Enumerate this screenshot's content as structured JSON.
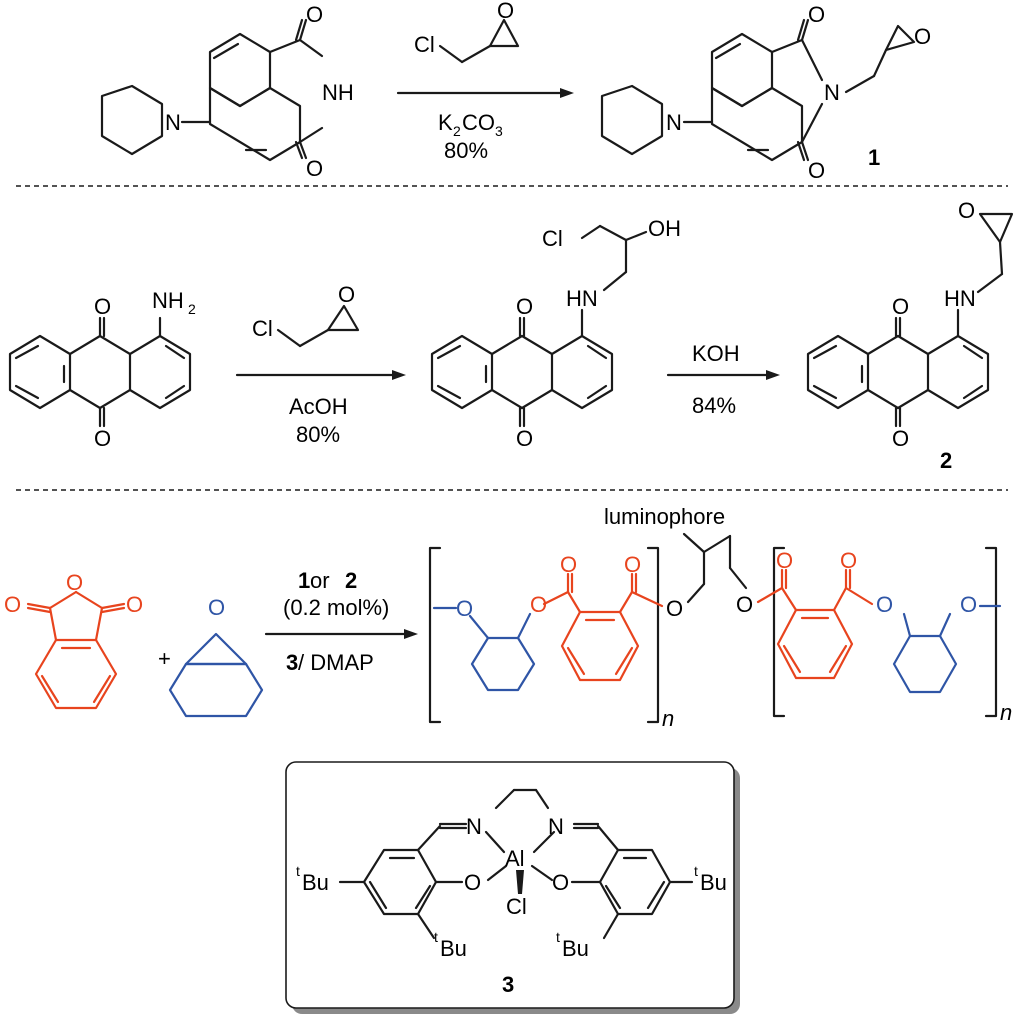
{
  "atoms": {
    "O": "O",
    "N": "N",
    "NH": "NH",
    "HN": "HN",
    "NH2_main": "NH",
    "NH2_sub": "2",
    "OH": "OH",
    "Cl": "Cl",
    "Al": "Al",
    "Bu": "Bu",
    "t": "t"
  },
  "reaction1": {
    "reagent_text": "Cl",
    "base_main": "K",
    "base_sub1": "2",
    "base_mid": "CO",
    "base_sub2": "3",
    "yield": "80%",
    "product_label": "1"
  },
  "reaction2": {
    "reagent_text": "Cl",
    "solvent": "AcOH",
    "yield1": "80%",
    "base": "KOH",
    "yield2": "84%",
    "product_label": "2"
  },
  "reaction3": {
    "cat_1": "1",
    "cat_or": " or ",
    "cat_2": "2",
    "loading": "(0.2 mol%)",
    "cocat_3": "3",
    "cocat_rest": " / DMAP",
    "plus": "+",
    "luminophore": "luminophore",
    "n": "n"
  },
  "catalyst": {
    "label": "3"
  },
  "colors": {
    "anhydride": "#e8441e",
    "epoxide": "#2f55a6",
    "structure": "#1a1a1a"
  }
}
